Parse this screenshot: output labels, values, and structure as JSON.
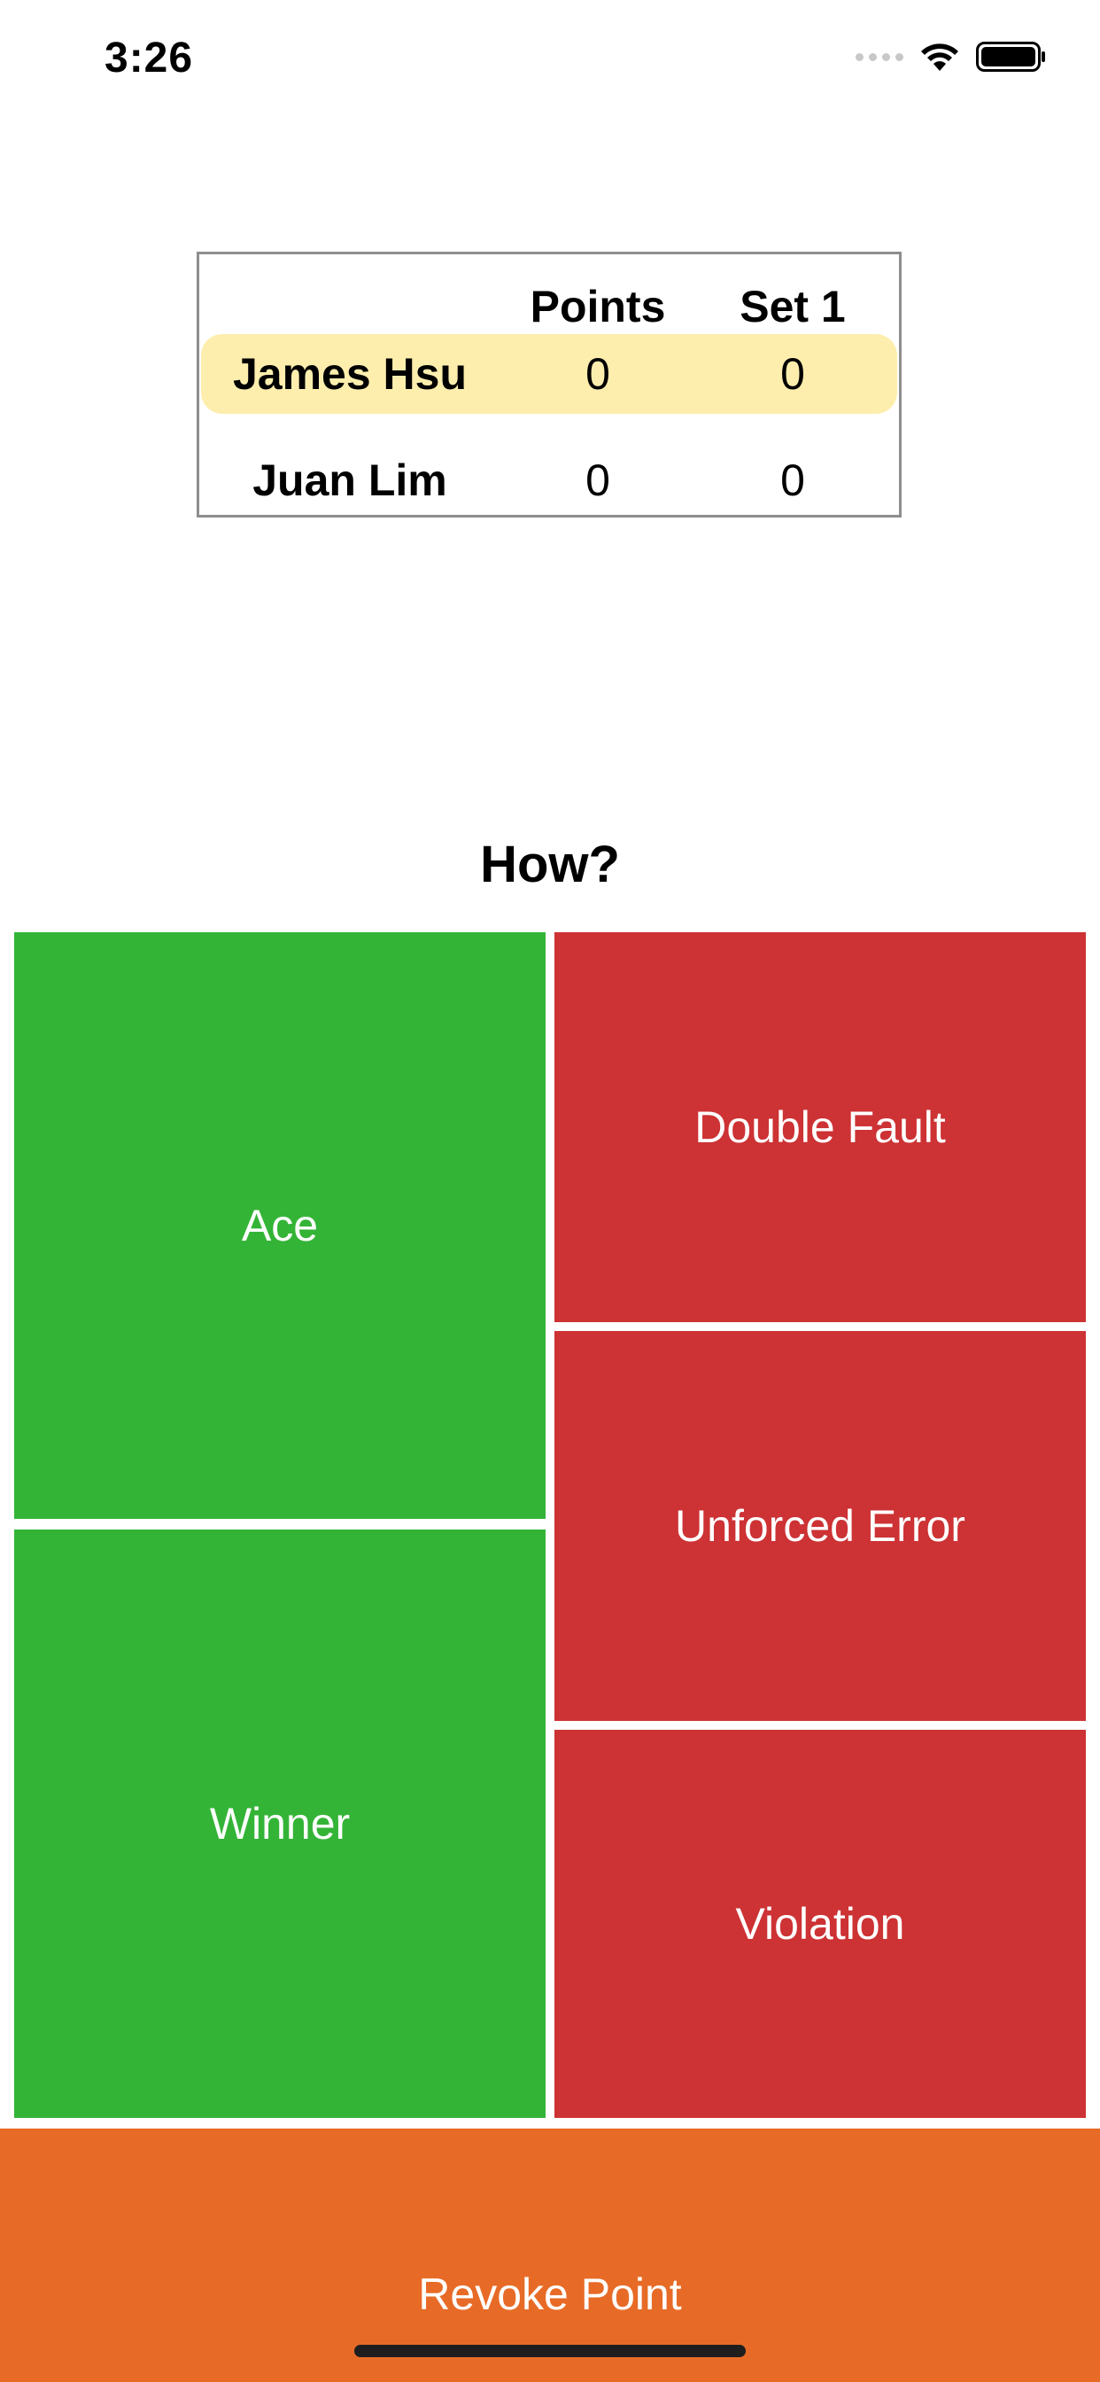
{
  "status_bar": {
    "time": "3:26",
    "icons": [
      "signal-icon",
      "wifi-icon",
      "battery-icon"
    ]
  },
  "scoreboard": {
    "headers": {
      "points": "Points",
      "set": "Set 1"
    },
    "players": [
      {
        "name": "James Hsu",
        "points": "0",
        "set1": "0",
        "serving": true
      },
      {
        "name": "Juan Lim",
        "points": "0",
        "set1": "0",
        "serving": false
      }
    ]
  },
  "prompt": {
    "title": "How?"
  },
  "actions": {
    "ace": "Ace",
    "winner": "Winner",
    "double_fault": "Double Fault",
    "unforced_error": "Unforced Error",
    "violation": "Violation",
    "revoke": "Revoke Point"
  },
  "colors": {
    "win_button": "#34b437",
    "error_button": "#cd3234",
    "revoke_button": "#e76b27",
    "serving_highlight": "#fdeeae"
  }
}
